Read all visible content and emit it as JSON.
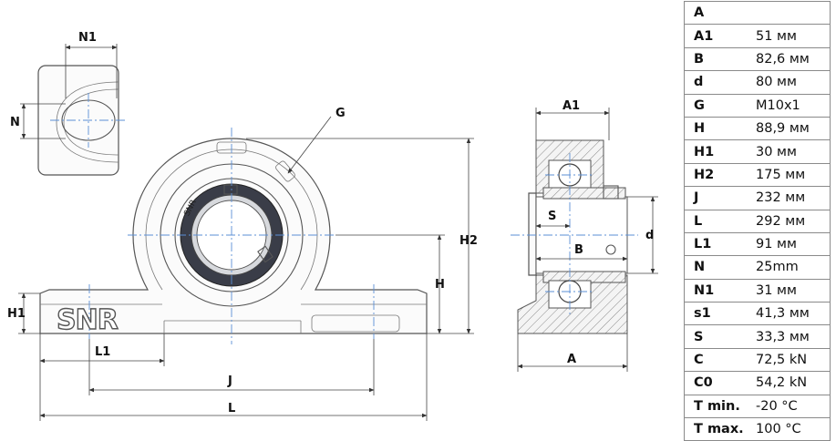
{
  "drawing": {
    "labels": {
      "N1": "N1",
      "N": "N",
      "G": "G",
      "H2": "H2",
      "H": "H",
      "H1": "H1",
      "L1": "L1",
      "J": "J",
      "L": "L",
      "A1": "A1",
      "S": "S",
      "B": "B",
      "d": "d",
      "A": "A"
    },
    "logo_text": "SNR",
    "ring_text": "SNR"
  },
  "specs": {
    "header": "A",
    "rows": [
      {
        "key": "A1",
        "value": "51 мм"
      },
      {
        "key": "B",
        "value": "82,6 мм"
      },
      {
        "key": "d",
        "value": "80 мм"
      },
      {
        "key": "G",
        "value": "M10x1"
      },
      {
        "key": "H",
        "value": "88,9 мм"
      },
      {
        "key": "H1",
        "value": "30 мм"
      },
      {
        "key": "H2",
        "value": "175 мм"
      },
      {
        "key": "J",
        "value": "232 мм"
      },
      {
        "key": "L",
        "value": "292 мм"
      },
      {
        "key": "L1",
        "value": "91 мм"
      },
      {
        "key": "N",
        "value": "25mm"
      },
      {
        "key": "N1",
        "value": "31 мм"
      },
      {
        "key": "s1",
        "value": "41,3 мм"
      },
      {
        "key": "S",
        "value": "33,3 мм"
      },
      {
        "key": "C",
        "value": "72,5 kN"
      },
      {
        "key": "C0",
        "value": "54,2 kN"
      },
      {
        "key": "T min.",
        "value": "-20 °C"
      },
      {
        "key": "T max.",
        "value": "100 °C"
      }
    ]
  }
}
